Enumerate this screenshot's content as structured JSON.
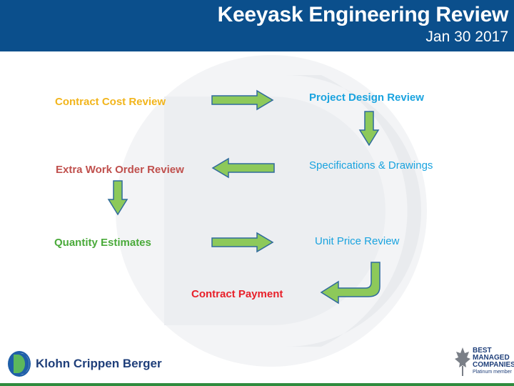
{
  "header": {
    "title": "Keeyask Engineering Review",
    "date": "Jan 30 2017"
  },
  "nodes": {
    "contract_cost_review": "Contract Cost Review",
    "project_design_review": "Project Design Review",
    "specifications_drawings": "Specifications & Drawings",
    "extra_work_order_review": "Extra Work Order Review",
    "quantity_estimates": "Quantity Estimates",
    "unit_price_review": "Unit Price Review",
    "contract_payment": "Contract Payment"
  },
  "footer": {
    "company": "Klohn Crippen Berger",
    "badge_line1": "BEST",
    "badge_line2": "MANAGED",
    "badge_line3": "COMPANIES",
    "badge_line4": "Platinum member"
  },
  "colors": {
    "header_bg": "#0b4f8c",
    "arrow_fill": "#8dc95a",
    "arrow_stroke": "#2f6a9c",
    "contract_cost": "#f2b51c",
    "design_blue": "#1aa3df",
    "extra_work": "#c0504d",
    "quantity_green": "#4aaa3a",
    "payment_red": "#e8202a"
  }
}
